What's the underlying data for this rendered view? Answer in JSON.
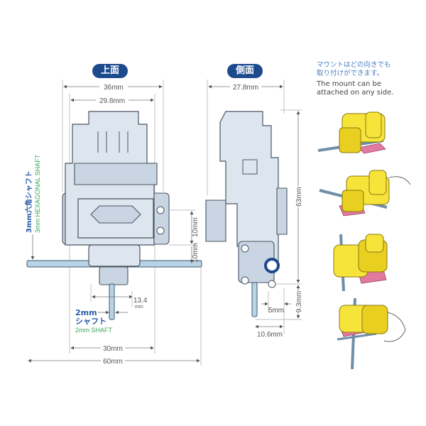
{
  "views": {
    "top": {
      "title": "上面"
    },
    "side": {
      "title": "側面"
    }
  },
  "top_dims": {
    "width_outer": "36mm",
    "width_inner": "29.8mm",
    "mount_height": "10mm",
    "shaft_offset": "10mm",
    "shaft_length": "13.4",
    "shaft_length_unit": "mm",
    "base_width": "30mm",
    "hex_shaft_length": "60mm"
  },
  "labels": {
    "hex_shaft_jp": "3mm六角シャフト",
    "hex_shaft_en": "3mm HEXAGONAL SHAFT",
    "shaft2_jp_1": "2mm",
    "shaft2_jp_2": "シャフト",
    "shaft2_en": "2mm SHAFT"
  },
  "side_dims": {
    "width": "27.8mm",
    "height": "63mm",
    "bottom": "9.3mm",
    "offset": "5mm",
    "shaft_offset": "10.6mm"
  },
  "note": {
    "jp_line1": "マウントはどの向きでも",
    "jp_line2": "取り付けができます。",
    "en_line1": "The mount can be",
    "en_line2": "attached on any side."
  },
  "colors": {
    "title_pill": "#1c4a8c",
    "jp_blue": "#2a5aa8",
    "en_green": "#3aa85a",
    "part_yellow": "#f6e43a"
  }
}
